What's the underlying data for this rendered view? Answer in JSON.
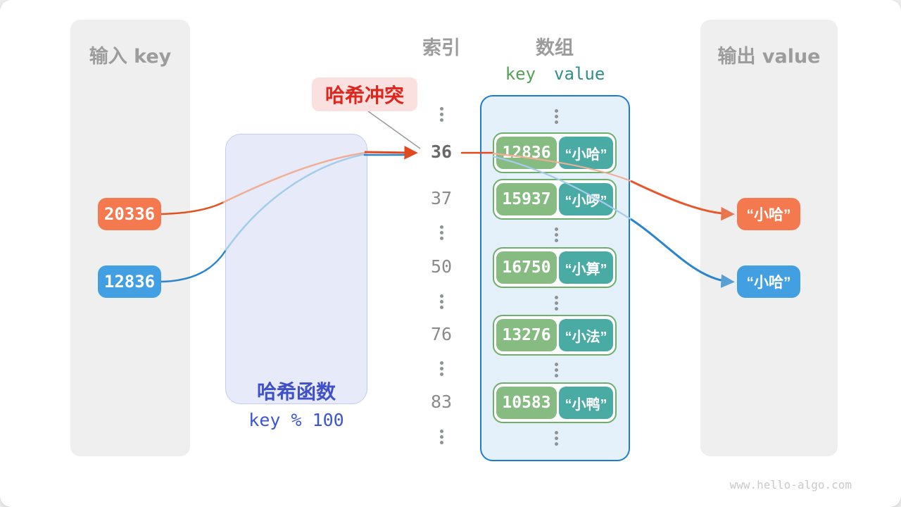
{
  "canvas": {
    "watermark": "www.hello-algo.com"
  },
  "input_panel": {
    "title": "输入 key",
    "items": [
      {
        "label": "20336",
        "color": "#f4794f"
      },
      {
        "label": "12836",
        "color": "#42a0e2"
      }
    ]
  },
  "hash_function": {
    "title": "哈希函数",
    "formula": "key % 100"
  },
  "collision_badge": {
    "text": "哈希冲突"
  },
  "index_column": {
    "title": "索引",
    "labels": [
      "36",
      "37",
      "50",
      "76",
      "83"
    ],
    "highlighted": "36"
  },
  "array_panel": {
    "title": "数组",
    "key_header": "key",
    "value_header": "value",
    "rows": [
      {
        "key": "12836",
        "value": "“小哈”"
      },
      {
        "key": "15937",
        "value": "“小啰”"
      },
      {
        "key": "16750",
        "value": "“小算”"
      },
      {
        "key": "13276",
        "value": "“小法”"
      },
      {
        "key": "10583",
        "value": "“小鸭”"
      }
    ]
  },
  "output_panel": {
    "title": "输出 value",
    "items": [
      {
        "label": "“小哈”",
        "color": "#f4794f"
      },
      {
        "label": "“小哈”",
        "color": "#42a0e2"
      }
    ]
  },
  "colors": {
    "orange": "#f4794f",
    "blue": "#42a0e2",
    "arrow_orange": "#e04a21",
    "arrow_blue": "#2a85cc",
    "key_green": "#86bb81",
    "value_teal": "#4aaaa4",
    "array_border": "#1f7ccd",
    "hash_text": "#4050c8",
    "collision_red": "#e0261c"
  }
}
